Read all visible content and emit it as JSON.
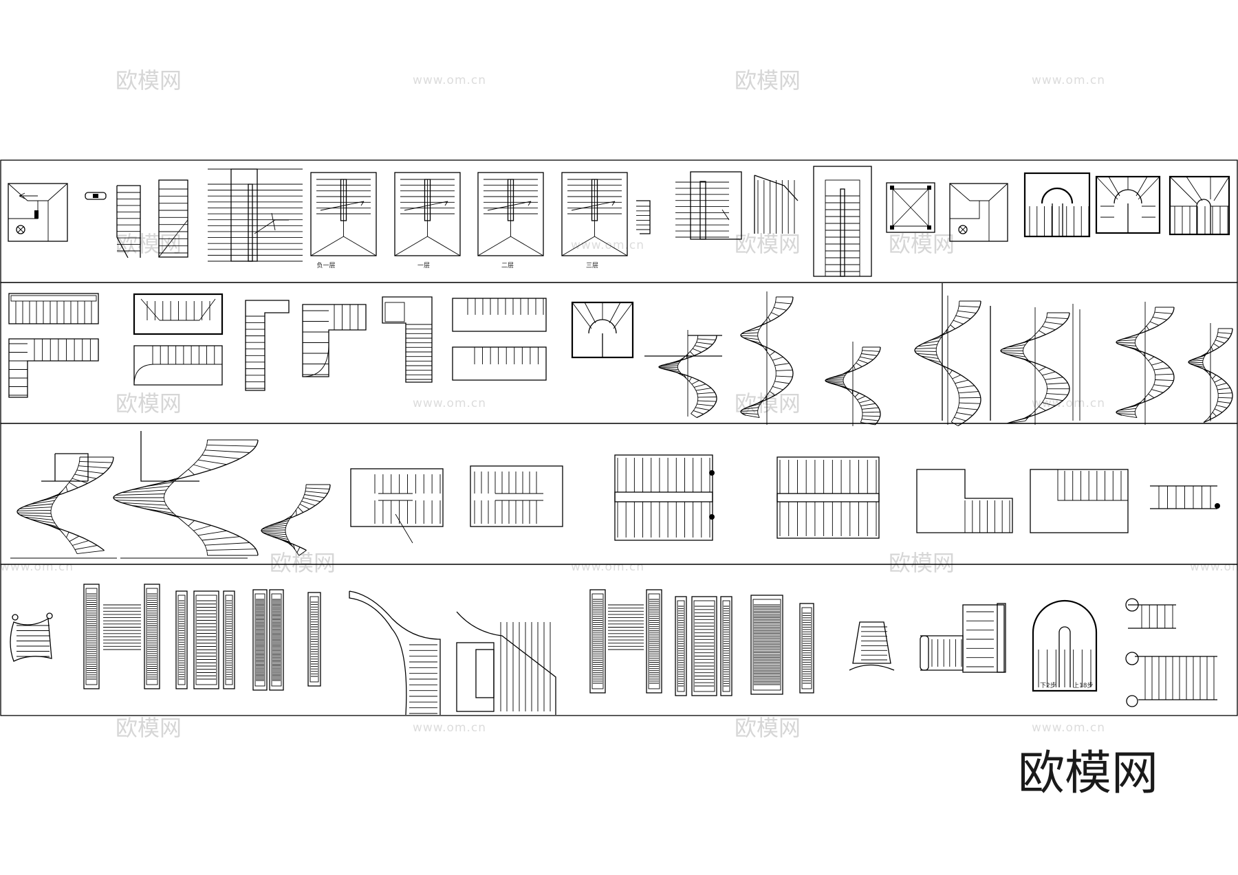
{
  "watermarks": {
    "logo_text": "欧模网",
    "url_text": "www.om.cn",
    "brand_text": "欧模网"
  },
  "labels": {
    "row1_floor_b1": "负一层",
    "row1_floor_1": "一层",
    "row1_floor_2": "二层",
    "row1_floor_3": "三层",
    "row4_arch_down": "下2步",
    "row4_arch_up": "上18步"
  },
  "colors": {
    "line": "#000000",
    "watermark": "#d6d6d6",
    "background": "#ffffff"
  }
}
